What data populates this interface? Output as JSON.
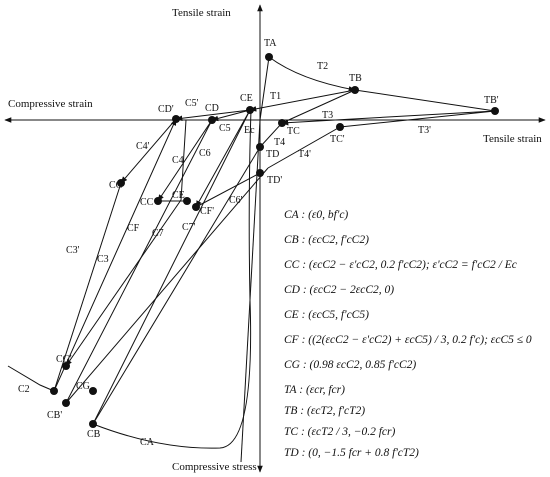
{
  "axes": {
    "y_top": "Tensile strain",
    "y_bottom": "Compressive stress",
    "x_left": "Compressive strain",
    "x_right": "Tensile strain"
  },
  "point_labels": {
    "TA": "TA",
    "TB": "TB",
    "TB2": "TB'",
    "TC": "TC",
    "TC2": "TC'",
    "TD": "TD",
    "TD2": "TD'",
    "CD": "CD",
    "CD2": "CD'",
    "CE": "CE",
    "Ec": "Ec",
    "CC": "CC",
    "CC2": "CC'",
    "CF": "CF",
    "CF2": "CF'",
    "CG": "CG",
    "CG2": "CG'",
    "CB": "CB",
    "CB2": "CB'"
  },
  "path_labels": {
    "T1": "T1",
    "T2": "T2",
    "T3": "T3",
    "T3p": "T3'",
    "T4": "T4",
    "T4p": "T4'",
    "C2": "C2",
    "C3": "C3",
    "C3p": "C3'",
    "C4": "C4",
    "C4p": "C4'",
    "C5": "C5",
    "C5p": "C5'",
    "C6": "C6",
    "C6p": "C6'",
    "C7": "C7",
    "C7p": "C7'",
    "CF": "CF",
    "CA": "CA"
  },
  "equations": [
    "CA : (ε0, bf'c)",
    "CB : (εcC2, f'cC2)",
    "CC : (εcC2 − ε'cC2, 0.2 f'cC2); ε'cC2 = f'cC2 / Ec",
    "CD : (εcC2 − 2εcC2, 0)",
    "CE : (εcC5, f'cC5)",
    "CF : ((2(εcC2 − ε'cC2) + εcC5) / 3, 0.2 f'c); εcC5 ≤ 0",
    "CG : (0.98 εcC2, 0.85 f'cC2)",
    "TA : (εcr, fcr)",
    "TB : (εcT2, f'cT2)",
    "TC : (εcT2 / 3, −0.2 fcr)",
    "TD : (0, −1.5 fcr + 0.8 f'cT2)"
  ]
}
